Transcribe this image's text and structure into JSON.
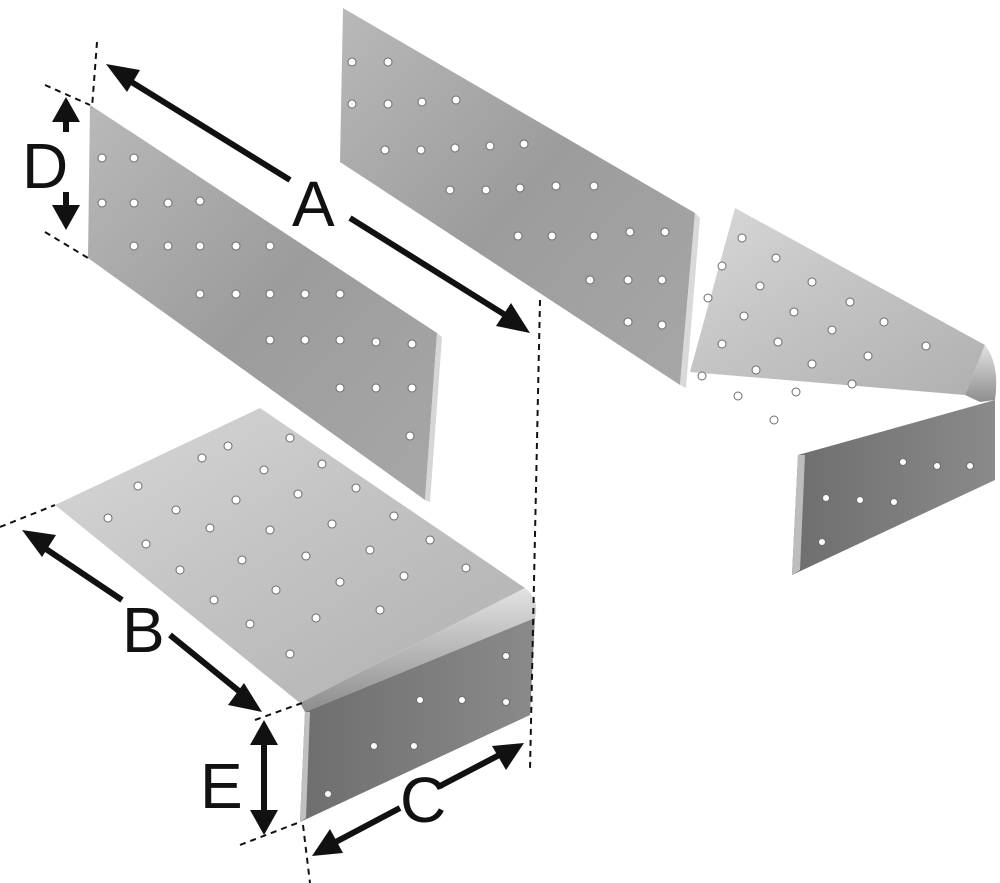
{
  "dimensions": {
    "a": {
      "label": "A"
    },
    "b": {
      "label": "B"
    },
    "c": {
      "label": "C"
    },
    "d": {
      "label": "D"
    },
    "e": {
      "label": "E"
    }
  }
}
